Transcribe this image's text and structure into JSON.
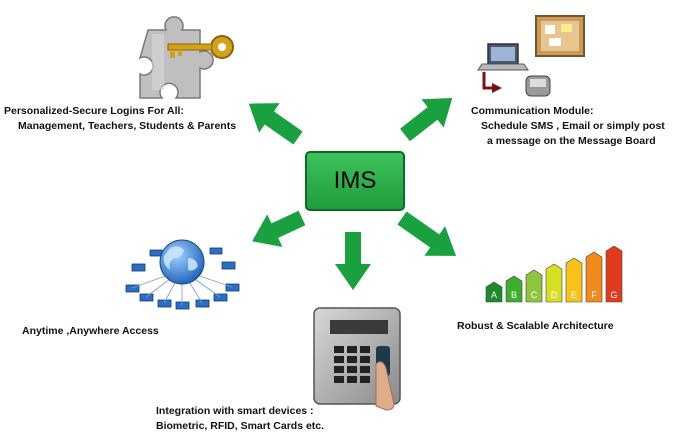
{
  "center": {
    "label": "IMS"
  },
  "features": {
    "logins": {
      "line1": "Personalized-Secure Logins For All:",
      "line2": "Management, Teachers, Students & Parents",
      "icon": "key-puzzle-icon"
    },
    "communication": {
      "line1": "Communication Module:",
      "line2": "Schedule SMS , Email or simply post",
      "line3": "a message on the Message Board",
      "icon": "laptop-board-phone-icon"
    },
    "access": {
      "line1": "Anytime ,Anywhere Access",
      "icon": "globe-network-icon"
    },
    "integration": {
      "line1": "Integration with smart devices :",
      "line2": "Biometric, RFID, Smart Cards etc.",
      "icon": "biometric-device-icon"
    },
    "architecture": {
      "line1": "Robust & Scalable Architecture",
      "icon": "energy-rating-bars-icon",
      "bar_letters": [
        "A",
        "B",
        "C",
        "D",
        "E",
        "F",
        "G"
      ]
    }
  },
  "colors": {
    "arrow": "#1aa13f",
    "box": "#28b34a",
    "box_border": "#0c6b25"
  }
}
